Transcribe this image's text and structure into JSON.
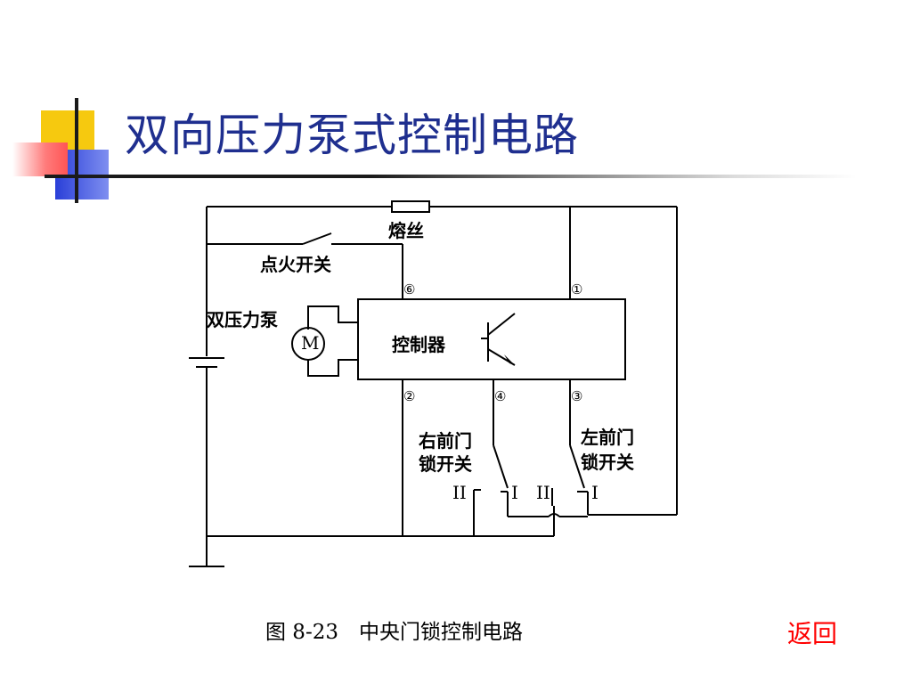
{
  "slide": {
    "title": "双向压力泵式控制电路",
    "caption": "图 8-23　中央门锁控制电路",
    "back_label": "返回"
  },
  "diagram": {
    "fuse_label": "熔丝",
    "ignition_switch_label": "点火开关",
    "pump_label": "双压力泵",
    "motor_symbol": "M",
    "controller_label": "控制器",
    "terminals": [
      "⑥",
      "①",
      "②",
      "④",
      "③"
    ],
    "right_lock_switch_line1": "右前门",
    "right_lock_switch_line2": "锁开关",
    "left_lock_switch_line1": "左前门",
    "left_lock_switch_line2": "锁开关",
    "pos_II": "II",
    "pos_I": "I"
  },
  "colors": {
    "title": "#1f2f8f",
    "back": "#ff0000"
  }
}
